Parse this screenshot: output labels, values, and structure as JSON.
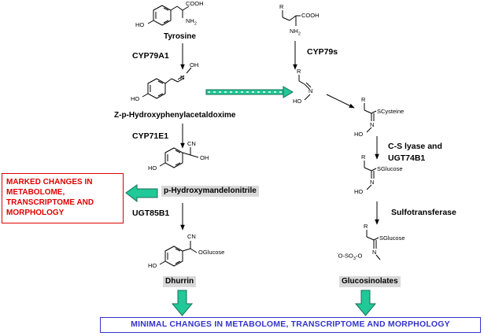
{
  "left_pathway": {
    "tyrosine_label": "Tyrosine",
    "enzyme_1": "CYP79A1",
    "oxime_label": "Z-p-Hydroxyphenylacetaldoxime",
    "enzyme_2": "CYP71E1",
    "nitrile_label": "p-Hydroxymandelonitrile",
    "enzyme_3": "UGT85B1",
    "end_product": "Dhurrin"
  },
  "right_pathway": {
    "enzyme_1": "CYP79s",
    "enzyme_2_line1": "C-S lyase and",
    "enzyme_2_line2": "UGT74B1",
    "enzyme_3": "Sulfotransferase",
    "end_product": "Glucosinolates"
  },
  "structure_text": {
    "cooh": "COOH",
    "nh2": "NH",
    "nh2_sub": "2",
    "ho": "HO",
    "oh": "OH",
    "n": "N",
    "r": "R",
    "cn": "CN",
    "scysteine": "SCysteine",
    "sglucose": "SGlucose",
    "oglucose": "OGlucose",
    "so3_prefix": "O",
    "so3_s": "S",
    "so3_o": "O",
    "so3_o_sub": "3",
    "so3_suffix": "O"
  },
  "outcomes": {
    "marked_changes": "MARKED CHANGES IN\nMETABOLOME,\nTRANSCRIPTOME AND\nMORPHOLOGY",
    "minimal_changes": "MINIMAL  CHANGES IN METABOLOME,  TRANSCRIPTOME AND MORPHOLOGY"
  },
  "colors": {
    "arrow_fill": "#20c997",
    "arrow_stroke": "#1a6e5a",
    "marked_text": "#e00000",
    "minimal_text": "#3333cc",
    "highlight_bg": "#d9d9d9"
  }
}
